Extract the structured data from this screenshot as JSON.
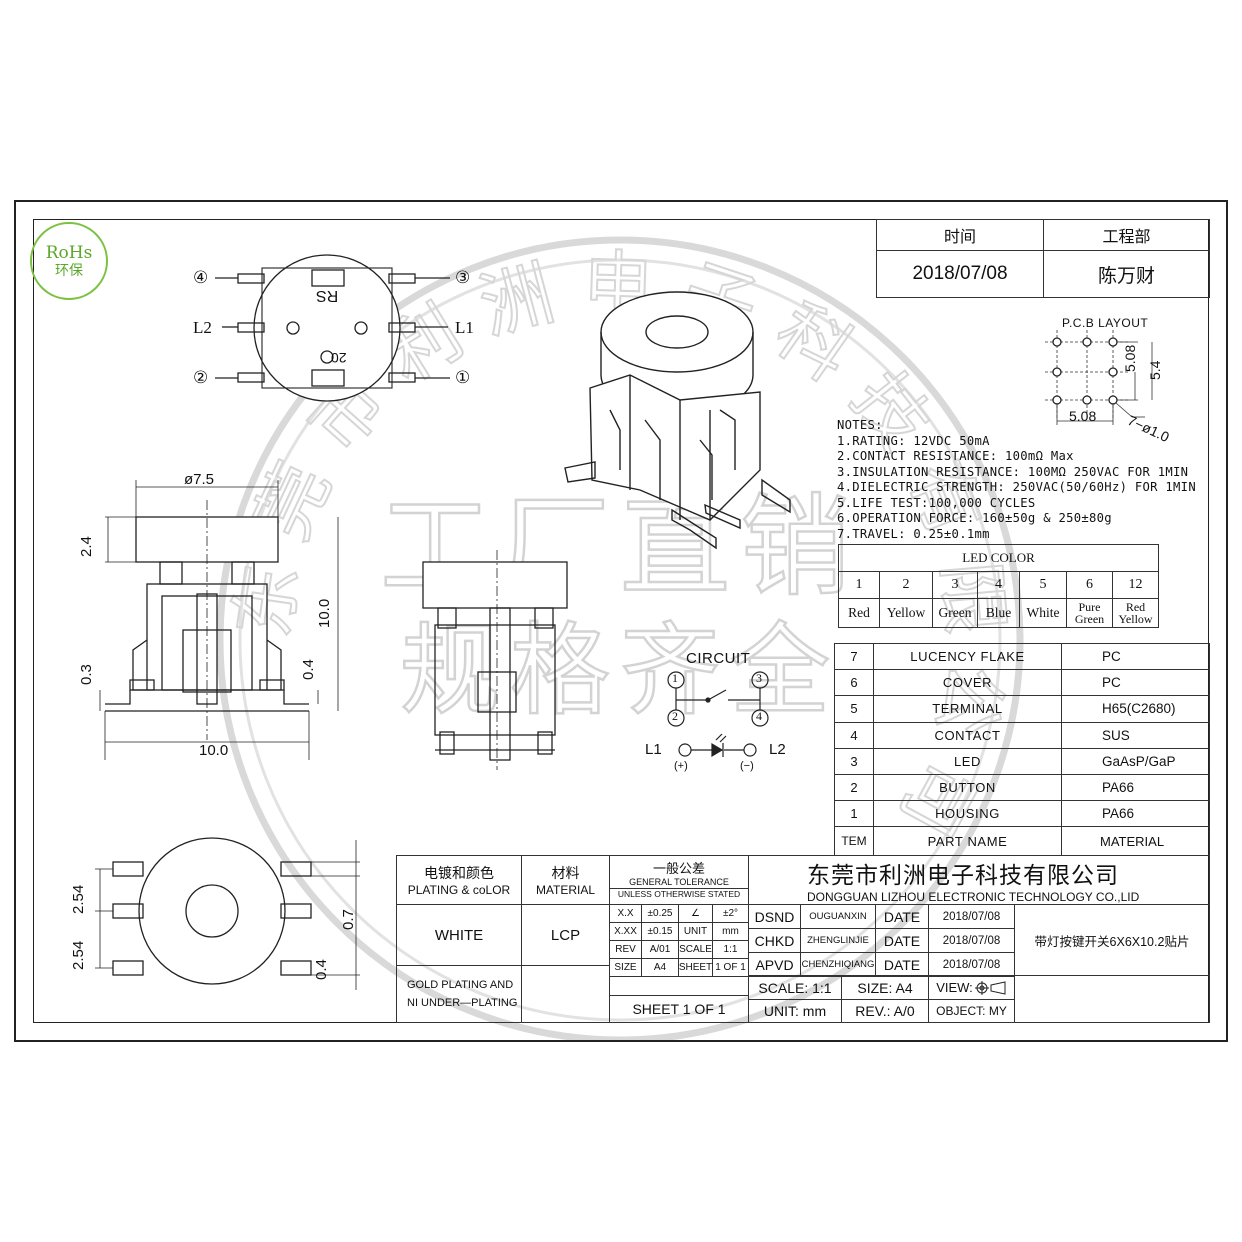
{
  "logo": {
    "line1": "RoHs",
    "line2": "环保"
  },
  "approval": {
    "col1_header": "时间",
    "col2_header": "工程部",
    "date": "2018/07/08",
    "engineer": "陈万财"
  },
  "pcb_layout": {
    "title": "P.C.B LAYOUT",
    "dim_pitch": "5.08",
    "dim_pitch_v": "5.08",
    "dim_height": "5.4",
    "dim_hole": "7−ø1.0"
  },
  "notes": {
    "heading": "NOTES:",
    "lines": [
      "1.RATING: 12VDC 50mA",
      "2.CONTACT RESISTANCE: 100mΩ Max",
      "3.INSULATION RESISTANCE: 100MΩ 250VAC FOR 1MIN",
      "4.DIELECTRIC STRENGTH: 250VAC(50/60Hz) FOR 1MIN",
      "5.LIFE TEST:100,000 CYCLES",
      "6.OPERATION FORCE: 160±50g & 250±80g",
      "7.TRAVEL: 0.25±0.1mm"
    ]
  },
  "led_color": {
    "title": "LED COLOR",
    "numbers": [
      "1",
      "2",
      "3",
      "4",
      "5",
      "6",
      "12"
    ],
    "colors": [
      [
        "Red"
      ],
      [
        "Yellow"
      ],
      [
        "Green"
      ],
      [
        "Blue"
      ],
      [
        "White"
      ],
      [
        "Pure",
        "Green"
      ],
      [
        "Red",
        "Yellow"
      ]
    ]
  },
  "bom": {
    "rows": [
      {
        "item": "7",
        "name": "LUCENCY FLAKE",
        "material": "PC"
      },
      {
        "item": "6",
        "name": "COVER",
        "material": "PC"
      },
      {
        "item": "5",
        "name": "TERMINAL",
        "material": "H65(C2680)"
      },
      {
        "item": "4",
        "name": "CONTACT",
        "material": "SUS"
      },
      {
        "item": "3",
        "name": "LED",
        "material": "GaAsP/GaP"
      },
      {
        "item": "2",
        "name": "BUTTON",
        "material": "PA66"
      },
      {
        "item": "1",
        "name": "HOUSING",
        "material": "PA66"
      }
    ],
    "header": {
      "item": "TEM",
      "name": "PART NAME",
      "material": "MATERIAL"
    }
  },
  "circuit": {
    "title": "CIRCUIT",
    "pins": [
      "1",
      "2",
      "3",
      "4"
    ],
    "l1": "L1",
    "l2": "L2",
    "plus": "(+)",
    "minus": "(−)"
  },
  "drawing": {
    "pin_labels": [
      "④",
      "③",
      "②",
      "①"
    ],
    "side_l2": "L2",
    "side_l1": "L1",
    "mark_rs": "RS",
    "mark_20": "20",
    "dims": {
      "cap_dia": "ø7.5",
      "cap_h": "2.4",
      "total_h": "10.0",
      "base_h": "0.3",
      "foot_h": "0.4",
      "width": "10.0",
      "pitch_a": "2.54",
      "pitch_b": "2.54",
      "gap_a": "0.7",
      "gap_b": "0.4"
    }
  },
  "titleblock": {
    "plating_cn": "电镀和颜色",
    "plating_en": "PLATING & coLOR",
    "material_cn": "材料",
    "material_en": "MATERIAL",
    "tol_cn": "一般公差",
    "tol_en": "GENERAL TOLERANCE",
    "tol_sub": "UNLESS OTHERWISE STATED",
    "color_value": "WHITE",
    "material_value": "LCP",
    "plating_note1": "GOLD PLATING AND",
    "plating_note2": "NI UNDER—PLATING",
    "tol_rows": [
      [
        "X.X",
        "±0.25",
        "∠",
        "±2°"
      ],
      [
        "X.XX",
        "±0.15",
        "UNIT",
        "mm"
      ],
      [
        "REV",
        "A/01",
        "SCALE",
        "1:1"
      ],
      [
        "SIZE",
        "A4",
        "SHEET",
        "1 OF 1"
      ]
    ],
    "sheet": "SHEET 1 OF 1",
    "company_cn": "东莞市利洲电子科技有限公司",
    "company_en": "DONGGUAN LIZHOU ELECTRONIC TECHNOLOGY CO.,LID",
    "sign_rows": [
      {
        "role": "DSND",
        "name": "OUGUANXIN",
        "label": "DATE",
        "date": "2018/07/08"
      },
      {
        "role": "CHKD",
        "name": "ZHENGLINJIE",
        "label": "DATE",
        "date": "2018/07/08"
      },
      {
        "role": "APVD",
        "name": "CHENZHIQIANG",
        "label": "DATE",
        "date": "2018/07/08"
      }
    ],
    "product": "带灯按键开关6X6X10.2贴片",
    "scale": "SCALE: 1:1",
    "size": "SIZE: A4",
    "view": "VIEW:",
    "unit": "UNIT: mm",
    "rev": "REV.: A/0",
    "object": "OBJECT: MY"
  },
  "watermark": {
    "ring_text": "东莞市利洲电子科技有限公司",
    "center1": "工厂直销",
    "center2": "规格齐全"
  }
}
